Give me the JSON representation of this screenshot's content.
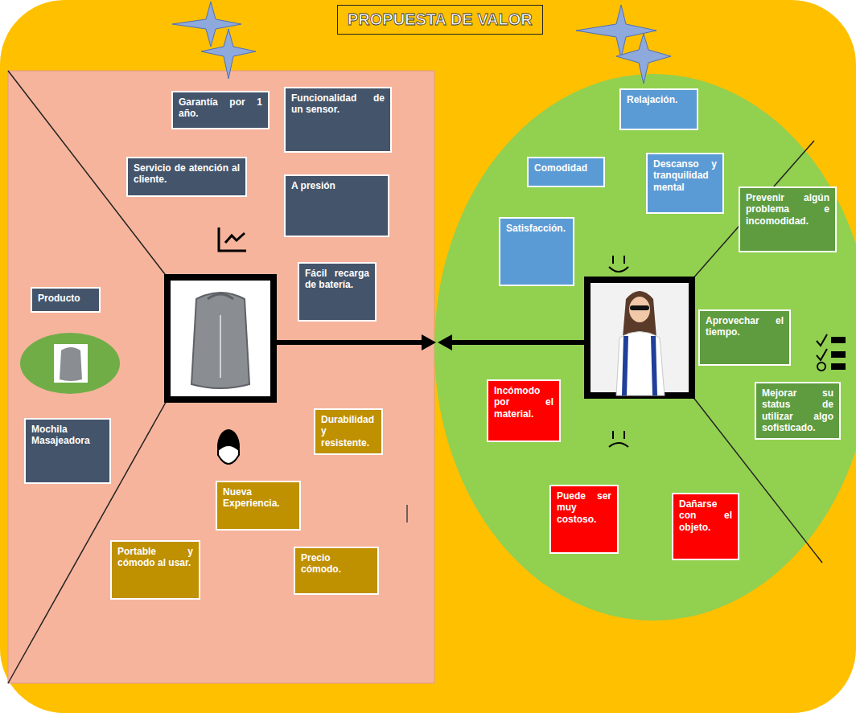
{
  "diagram": {
    "title": "PROPUESTA DE VALOR",
    "nodes": [
      {
        "text": [
          "Garantía por 1 año."
        ]
      },
      {
        "text": [
          "Funcionalidad de un sensor."
        ]
      },
      {
        "text": [
          "Servicio de atención al cliente."
        ]
      },
      {
        "text": [
          "A presión"
        ]
      },
      {
        "text": [
          "Fácil recarga de batería."
        ]
      },
      {
        "text": [
          "Producto"
        ]
      },
      {
        "text": [
          "Mochila Masajeadora"
        ]
      },
      {
        "text": [
          "Durabilidad y resistente."
        ]
      },
      {
        "text": [
          "Nueva Experiencia."
        ]
      },
      {
        "text": [
          "Portable y cómodo al usar."
        ]
      },
      {
        "text": [
          "Precio cómodo."
        ]
      },
      {
        "text": [
          "Relajación."
        ]
      },
      {
        "text": [
          "Comodidad"
        ]
      },
      {
        "text": [
          "Descanso y tranquilidad mental"
        ]
      },
      {
        "text": [
          "Satisfacción."
        ]
      },
      {
        "text": [
          "Prevenir algún problema e incomodidad."
        ]
      },
      {
        "text": [
          "Aprovechar el tiempo."
        ]
      },
      {
        "text": [
          "Mejorar su status de utilizar algo sofisticado."
        ]
      },
      {
        "text": [
          "Incómodo por el material."
        ]
      },
      {
        "text": [
          "Puede ser muy costoso."
        ]
      },
      {
        "text": [
          "Dañarse con el objeto."
        ]
      }
    ]
  }
}
